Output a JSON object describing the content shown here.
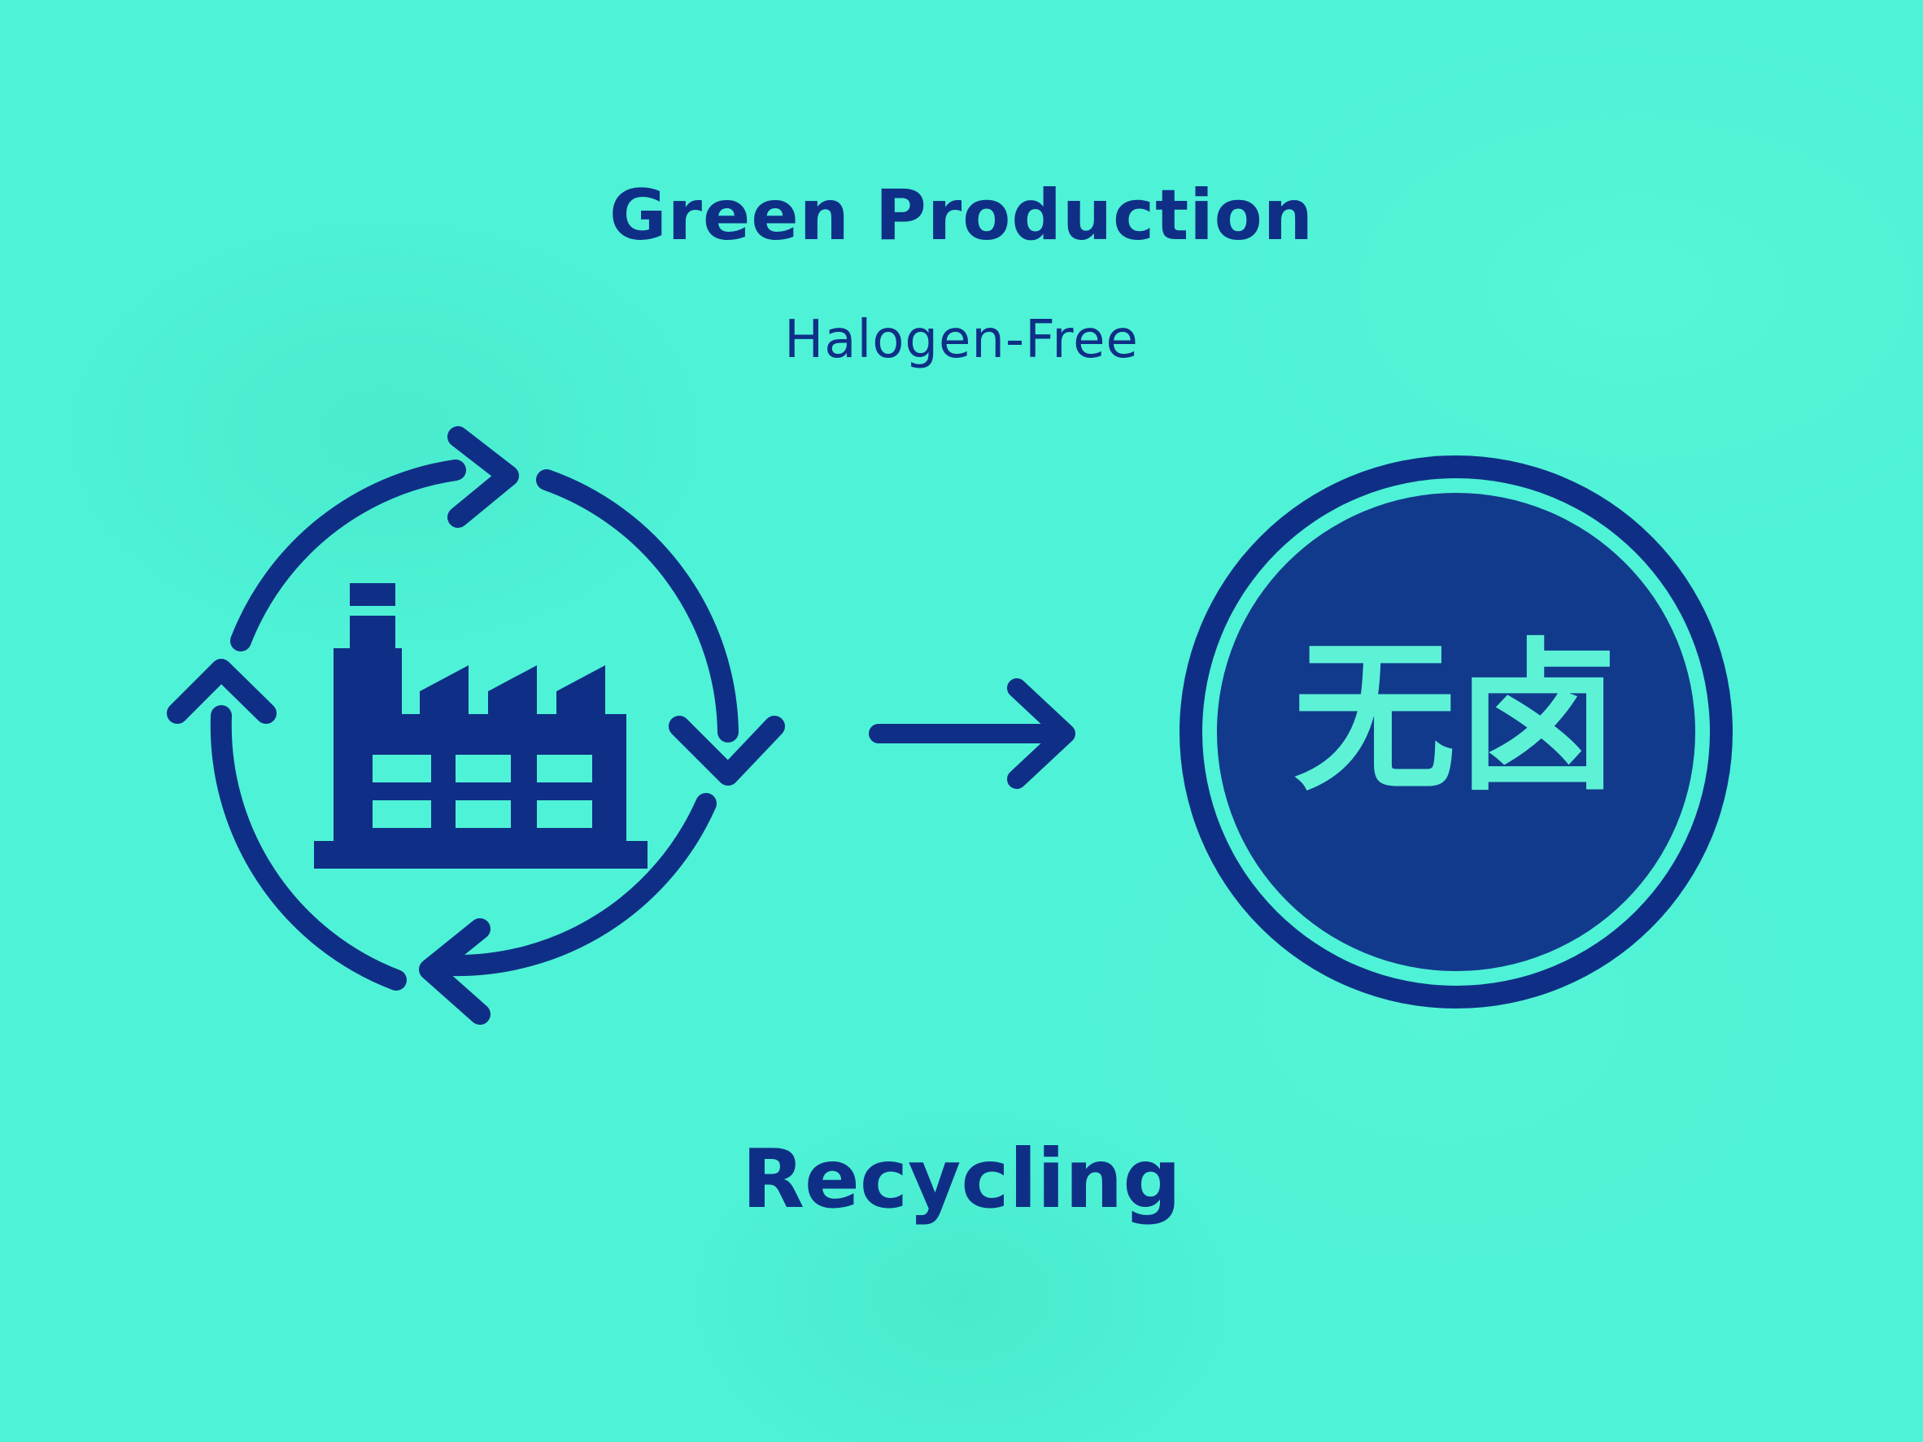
{
  "colors": {
    "background": "#4ef2d6",
    "ink": "#0f2f86",
    "badge_fill": "#123a8c",
    "badge_text": "#5df2d6"
  },
  "header": {
    "title": "Green Production",
    "subtitle": "Halogen-Free"
  },
  "left_icon": {
    "name": "factory-recycle-icon"
  },
  "arrow": {
    "name": "arrow-right-icon"
  },
  "badge": {
    "text": "无卤"
  },
  "footer": {
    "label": "Recycling"
  }
}
